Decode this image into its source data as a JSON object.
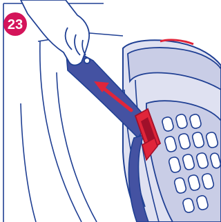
{
  "step": {
    "number": "23",
    "badge_color": "#d4145a"
  },
  "colors": {
    "outline": "#1f3f93",
    "seat_fill": "#c9cde6",
    "seat_light": "#dfe1f1",
    "strap": "#4452a2",
    "arrow": "#e0253a",
    "clip": "#e0253a",
    "clip_dark": "#a0102a",
    "background": "#ffffff"
  },
  "icons": {
    "step_badge": "numbered-circle",
    "direction": "arrow-up-left",
    "hand": "hand-gripping-strap",
    "seat": "car-seat-shell",
    "clip": "belt-lock-off-clip"
  }
}
